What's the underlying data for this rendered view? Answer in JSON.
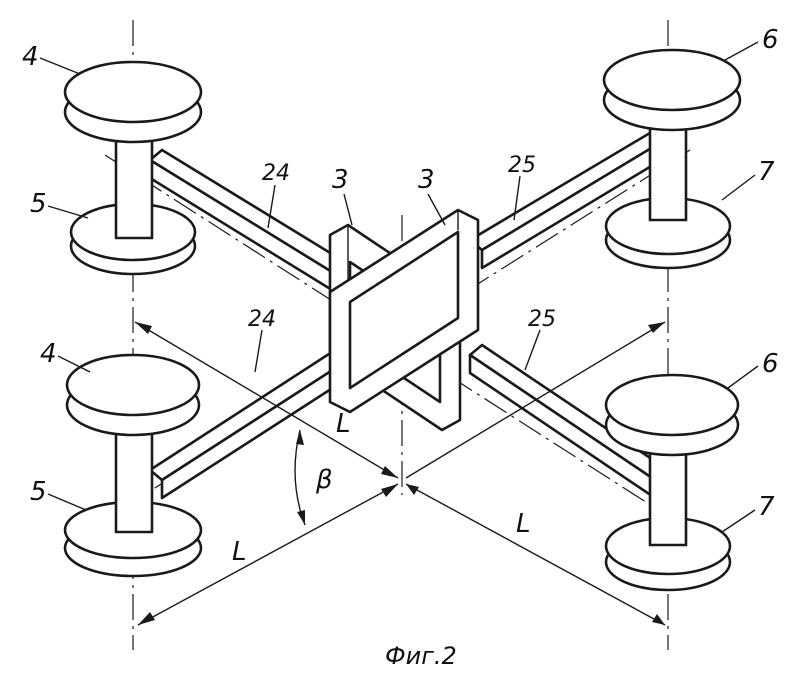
{
  "caption": "Фиг.2",
  "labels": {
    "pad_top_left": "4",
    "pad_top_left_lower": "5",
    "pad_top_right": "6",
    "pad_top_right_lower": "7",
    "pad_bottom_left": "4",
    "pad_bottom_left_lower": "5",
    "pad_bottom_right": "6",
    "pad_bottom_right_lower": "7",
    "beam_24_upper": "24",
    "beam_24_lower": "24",
    "beam_25_upper": "25",
    "beam_25_lower": "25",
    "frame_left": "3",
    "frame_right": "3",
    "dim_L_center": "L",
    "dim_L_left": "L",
    "dim_L_right": "L",
    "angle_beta": "β"
  }
}
